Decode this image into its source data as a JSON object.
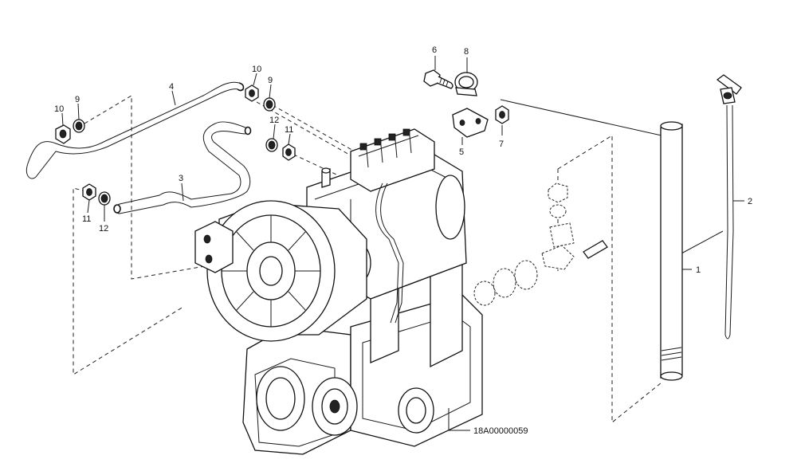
{
  "drawing_code": "18A00000059",
  "callouts": {
    "c1": "1",
    "c2": "2",
    "c3": "3",
    "c4": "4",
    "c5": "5",
    "c6": "6",
    "c7": "7",
    "c8": "8",
    "c9a": "9",
    "c9b": "9",
    "c10a": "10",
    "c10b": "10",
    "c11a": "11",
    "c11b": "11",
    "c12a": "12",
    "c12b": "12"
  }
}
